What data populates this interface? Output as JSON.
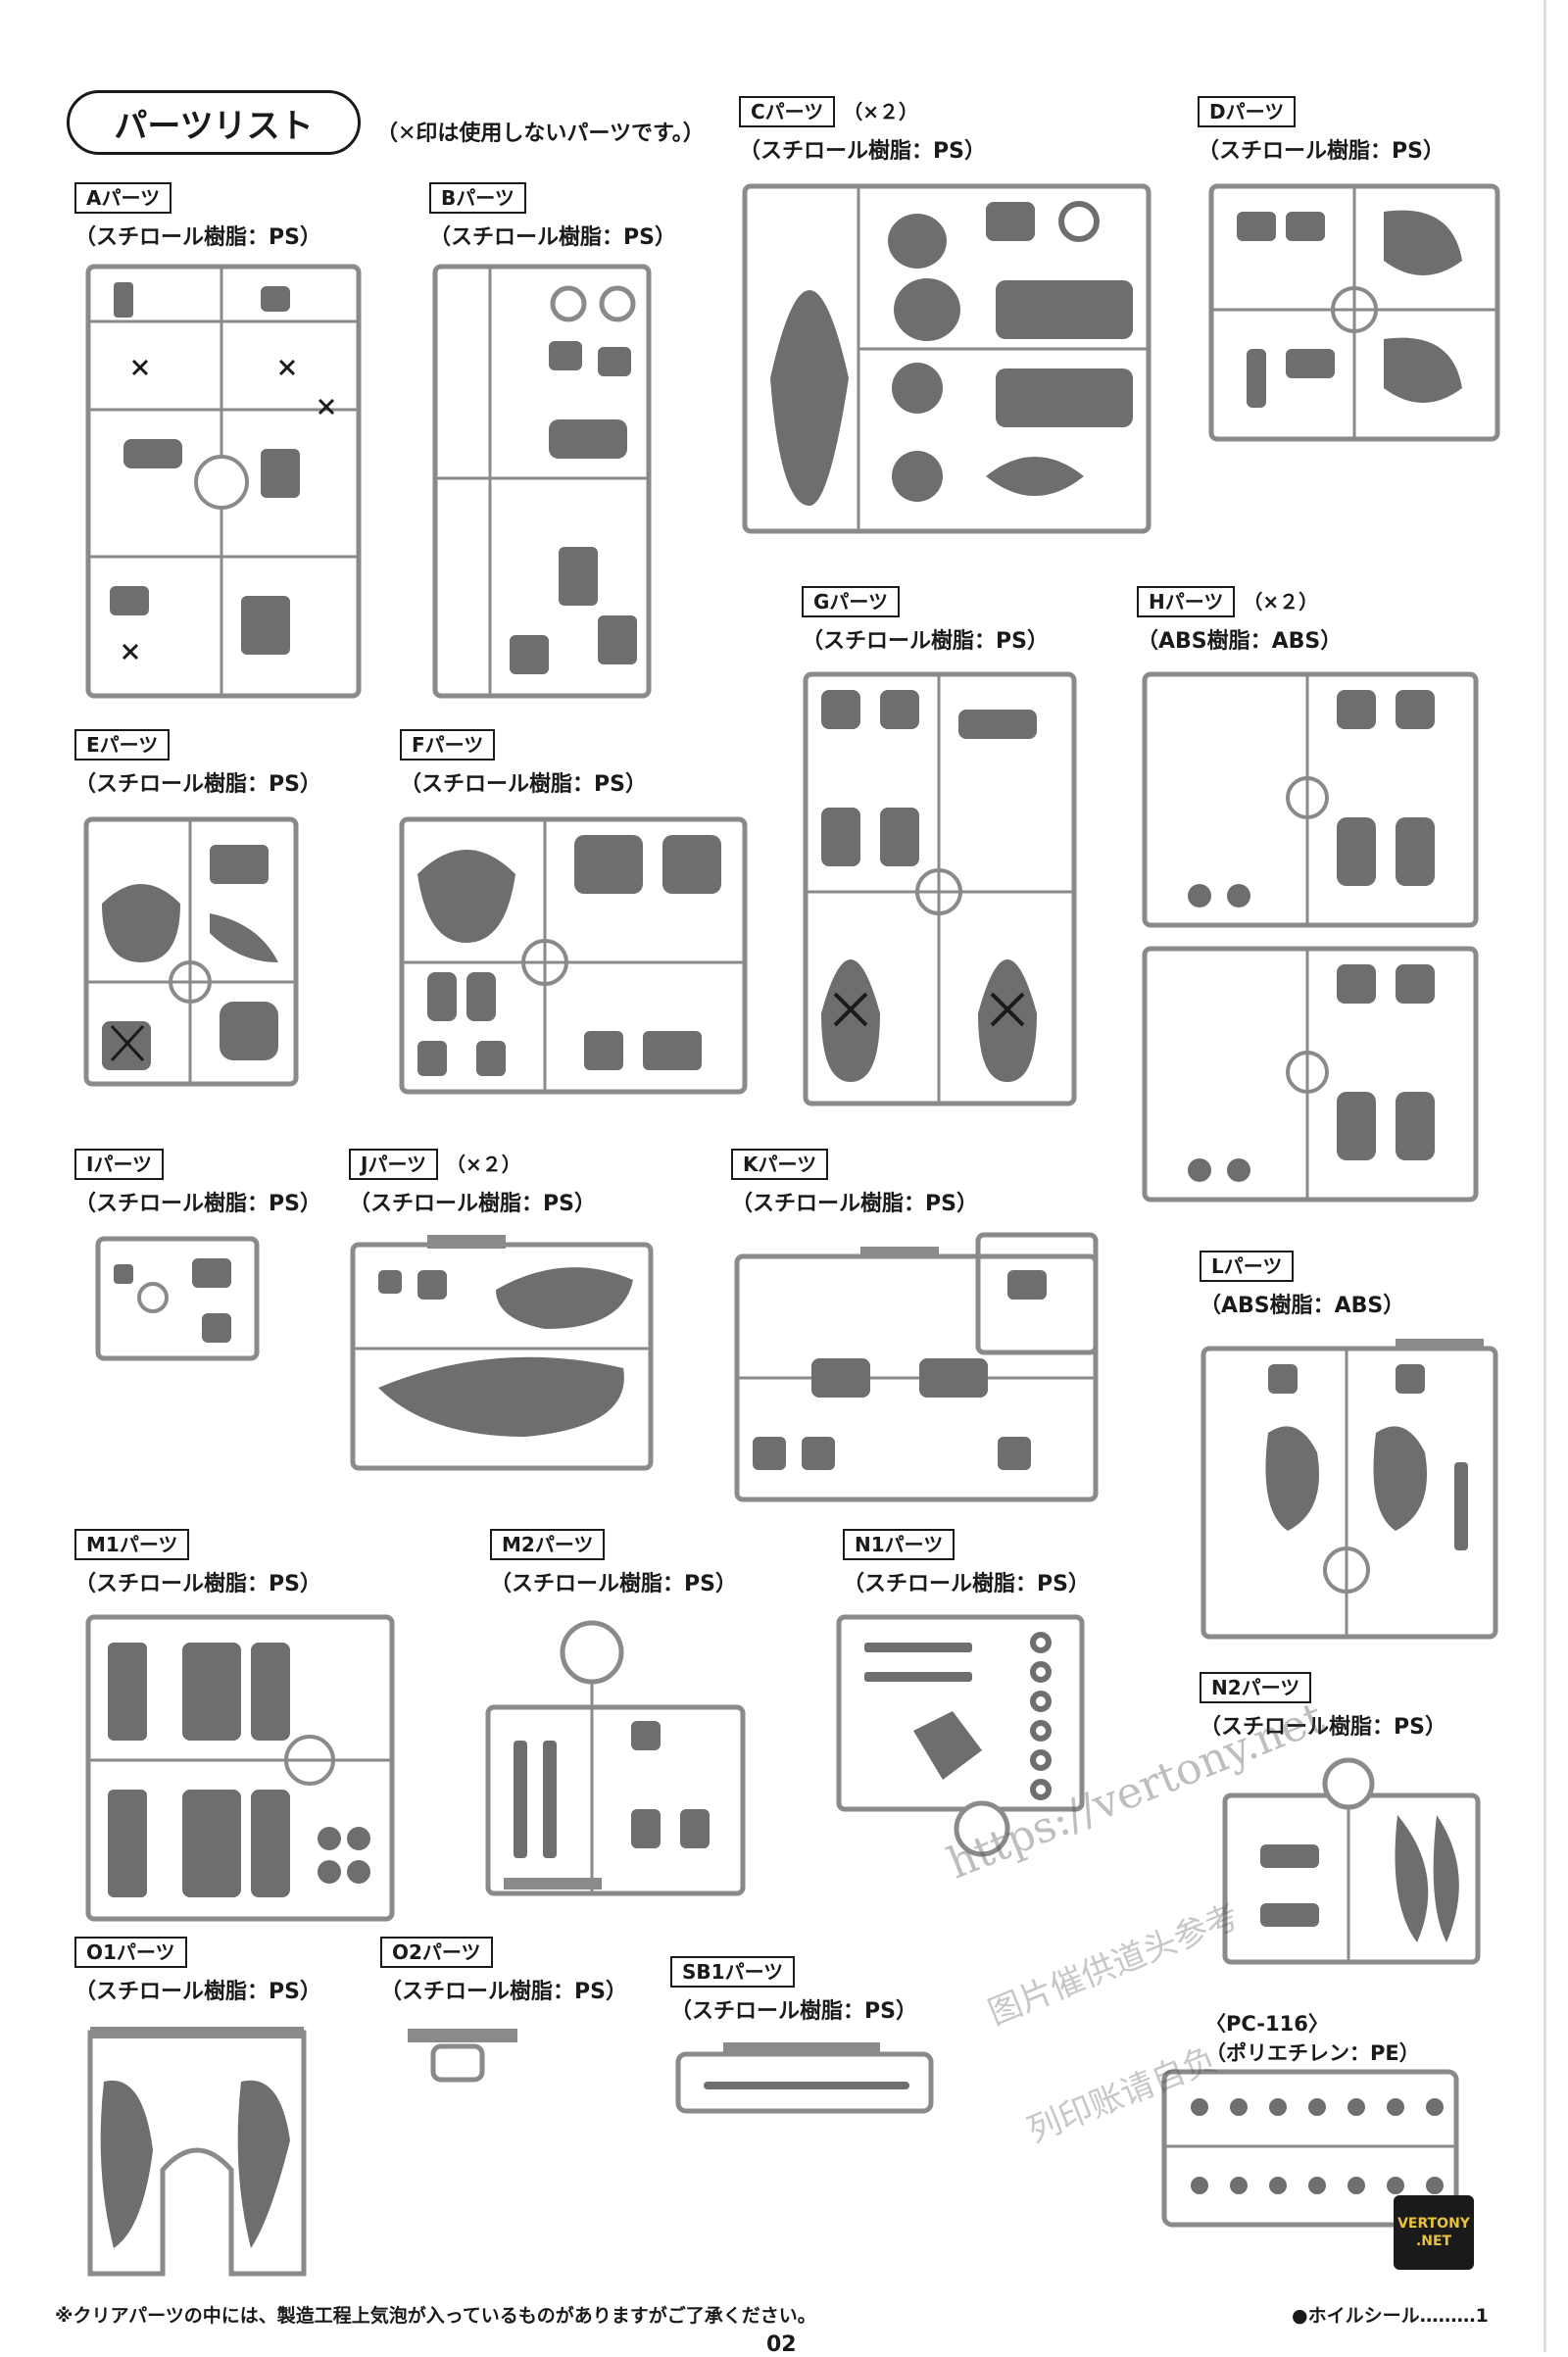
{
  "header": {
    "title": "パーツリスト",
    "note": "（✕印は使用しないパーツです。）"
  },
  "parts": [
    {
      "label": "Aパーツ",
      "mult": "",
      "material": "（スチロール樹脂：PS）"
    },
    {
      "label": "Bパーツ",
      "mult": "",
      "material": "（スチロール樹脂：PS）"
    },
    {
      "label": "Cパーツ",
      "mult": "（×２）",
      "material": "（スチロール樹脂：PS）"
    },
    {
      "label": "Dパーツ",
      "mult": "",
      "material": "（スチロール樹脂：PS）"
    },
    {
      "label": "Eパーツ",
      "mult": "",
      "material": "（スチロール樹脂：PS）"
    },
    {
      "label": "Fパーツ",
      "mult": "",
      "material": "（スチロール樹脂：PS）"
    },
    {
      "label": "Gパーツ",
      "mult": "",
      "material": "（スチロール樹脂：PS）"
    },
    {
      "label": "Hパーツ",
      "mult": "（×２）",
      "material": "（ABS樹脂：ABS）"
    },
    {
      "label": "Iパーツ",
      "mult": "",
      "material": "（スチロール樹脂：PS）"
    },
    {
      "label": "Jパーツ",
      "mult": "（×２）",
      "material": "（スチロール樹脂：PS）"
    },
    {
      "label": "Kパーツ",
      "mult": "",
      "material": "（スチロール樹脂：PS）"
    },
    {
      "label": "Lパーツ",
      "mult": "",
      "material": "（ABS樹脂：ABS）"
    },
    {
      "label": "M1パーツ",
      "mult": "",
      "material": "（スチロール樹脂：PS）"
    },
    {
      "label": "M2パーツ",
      "mult": "",
      "material": "（スチロール樹脂：PS）"
    },
    {
      "label": "N1パーツ",
      "mult": "",
      "material": "（スチロール樹脂：PS）"
    },
    {
      "label": "N2パーツ",
      "mult": "",
      "material": "（スチロール樹脂：PS）"
    },
    {
      "label": "O1パーツ",
      "mult": "",
      "material": "（スチロール樹脂：PS）"
    },
    {
      "label": "O2パーツ",
      "mult": "",
      "material": "（スチロール樹脂：PS）"
    },
    {
      "label": "SB1パーツ",
      "mult": "",
      "material": "（スチロール樹脂：PS）"
    }
  ],
  "pc_part": {
    "label": "〈PC-116〉",
    "material": "（ポリエチレン：PE）"
  },
  "footer": {
    "note": "※クリアパーツの中には、製造工程上気泡が入っているものがありますがご了承ください。",
    "wheel_seal": "●ホイルシール………1",
    "page_number": "02"
  },
  "watermark": {
    "url": "https://vertony.net",
    "line1": "图片催供道头参考",
    "line2": "列印账请自负"
  },
  "logo": {
    "line1": "VERTONY",
    "line2": ".NET"
  },
  "colors": {
    "ink": "#1a1a1a",
    "runner": "#8a8a8a",
    "part": "#6e6e6e",
    "logo_text": "#e8c23a"
  }
}
